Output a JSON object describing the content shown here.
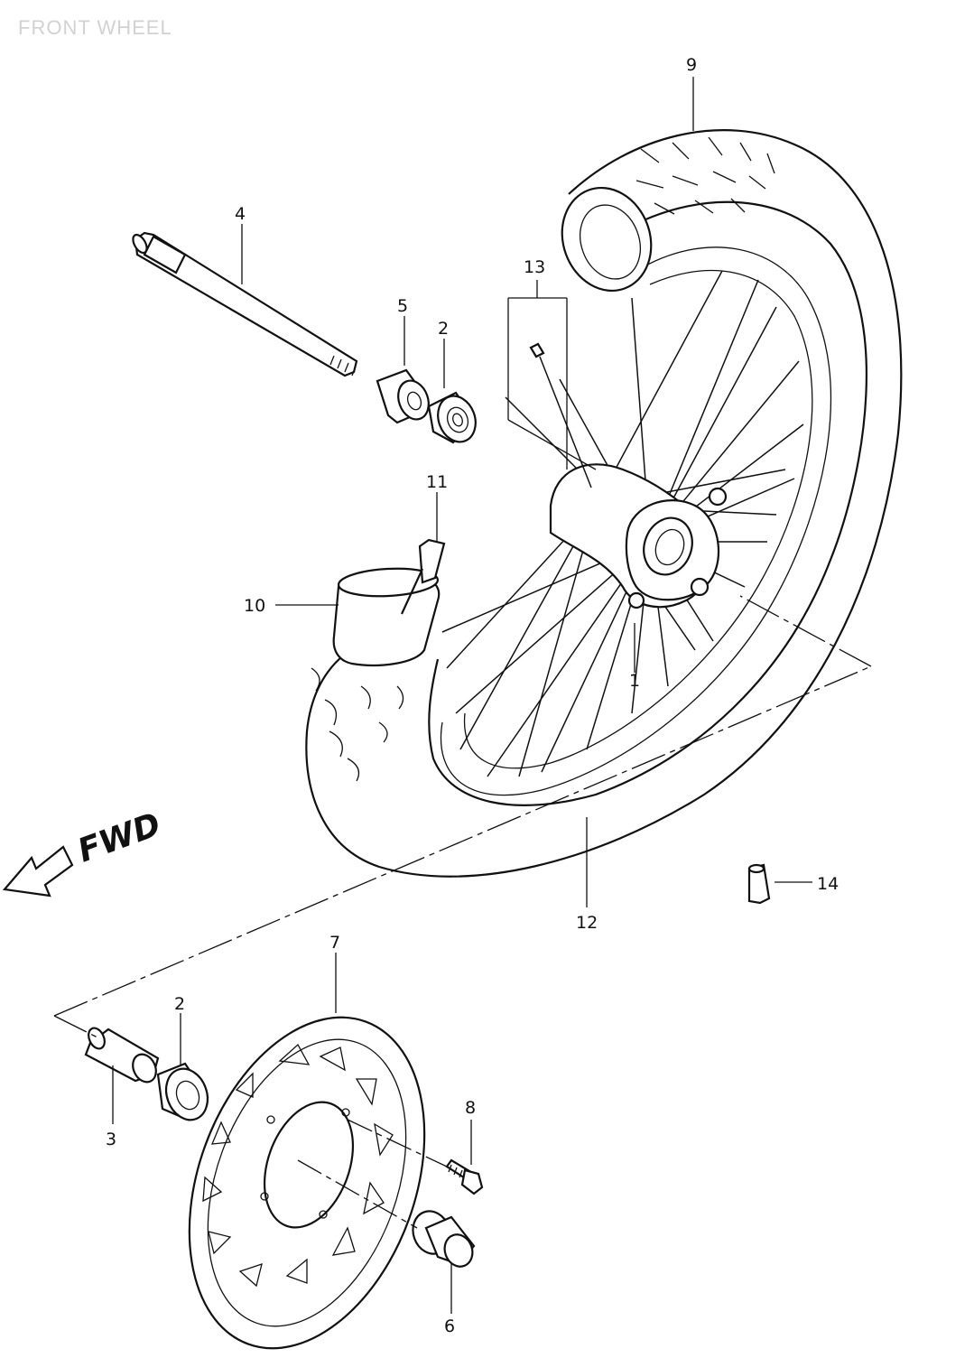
{
  "header": {
    "title": "FRONT WHEEL"
  },
  "diagram": {
    "direction_label": "FWD",
    "callouts": [
      {
        "id": "callout-1",
        "number": "1"
      },
      {
        "id": "callout-2-upper",
        "number": "2"
      },
      {
        "id": "callout-2-lower",
        "number": "2"
      },
      {
        "id": "callout-3",
        "number": "3"
      },
      {
        "id": "callout-4",
        "number": "4"
      },
      {
        "id": "callout-5",
        "number": "5"
      },
      {
        "id": "callout-6",
        "number": "6"
      },
      {
        "id": "callout-7",
        "number": "7"
      },
      {
        "id": "callout-8",
        "number": "8"
      },
      {
        "id": "callout-9",
        "number": "9"
      },
      {
        "id": "callout-10",
        "number": "10"
      },
      {
        "id": "callout-11",
        "number": "11"
      },
      {
        "id": "callout-12",
        "number": "12"
      },
      {
        "id": "callout-13",
        "number": "13"
      },
      {
        "id": "callout-14",
        "number": "14"
      }
    ]
  }
}
